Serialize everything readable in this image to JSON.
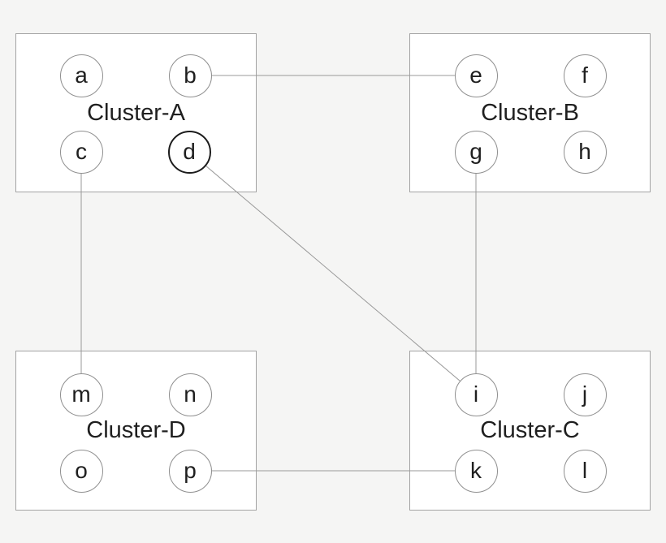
{
  "diagram": {
    "type": "clustered-node-graph",
    "background_color": "#f5f5f4",
    "box_fill_color": "#ffffff",
    "box_border_color": "#a3a3a3",
    "node_border_color": "#8f8f8f",
    "emphasized_node_border_color": "#1c1c1c",
    "edge_color": "#999999",
    "text_color": "#1f1f1f",
    "clusters": [
      {
        "id": "A",
        "label": "Cluster-A",
        "nodes": [
          {
            "id": "a",
            "label": "a"
          },
          {
            "id": "b",
            "label": "b"
          },
          {
            "id": "c",
            "label": "c"
          },
          {
            "id": "d",
            "label": "d",
            "emphasized": true
          }
        ]
      },
      {
        "id": "B",
        "label": "Cluster-B",
        "nodes": [
          {
            "id": "e",
            "label": "e"
          },
          {
            "id": "f",
            "label": "f"
          },
          {
            "id": "g",
            "label": "g"
          },
          {
            "id": "h",
            "label": "h"
          }
        ]
      },
      {
        "id": "C",
        "label": "Cluster-C",
        "nodes": [
          {
            "id": "i",
            "label": "i"
          },
          {
            "id": "j",
            "label": "j"
          },
          {
            "id": "k",
            "label": "k"
          },
          {
            "id": "l",
            "label": "l"
          }
        ]
      },
      {
        "id": "D",
        "label": "Cluster-D",
        "nodes": [
          {
            "id": "m",
            "label": "m"
          },
          {
            "id": "n",
            "label": "n"
          },
          {
            "id": "o",
            "label": "o"
          },
          {
            "id": "p",
            "label": "p"
          }
        ]
      }
    ],
    "edges": [
      {
        "from": "b",
        "to": "e"
      },
      {
        "from": "c",
        "to": "m"
      },
      {
        "from": "d",
        "to": "i"
      },
      {
        "from": "g",
        "to": "i"
      },
      {
        "from": "p",
        "to": "k"
      }
    ]
  }
}
